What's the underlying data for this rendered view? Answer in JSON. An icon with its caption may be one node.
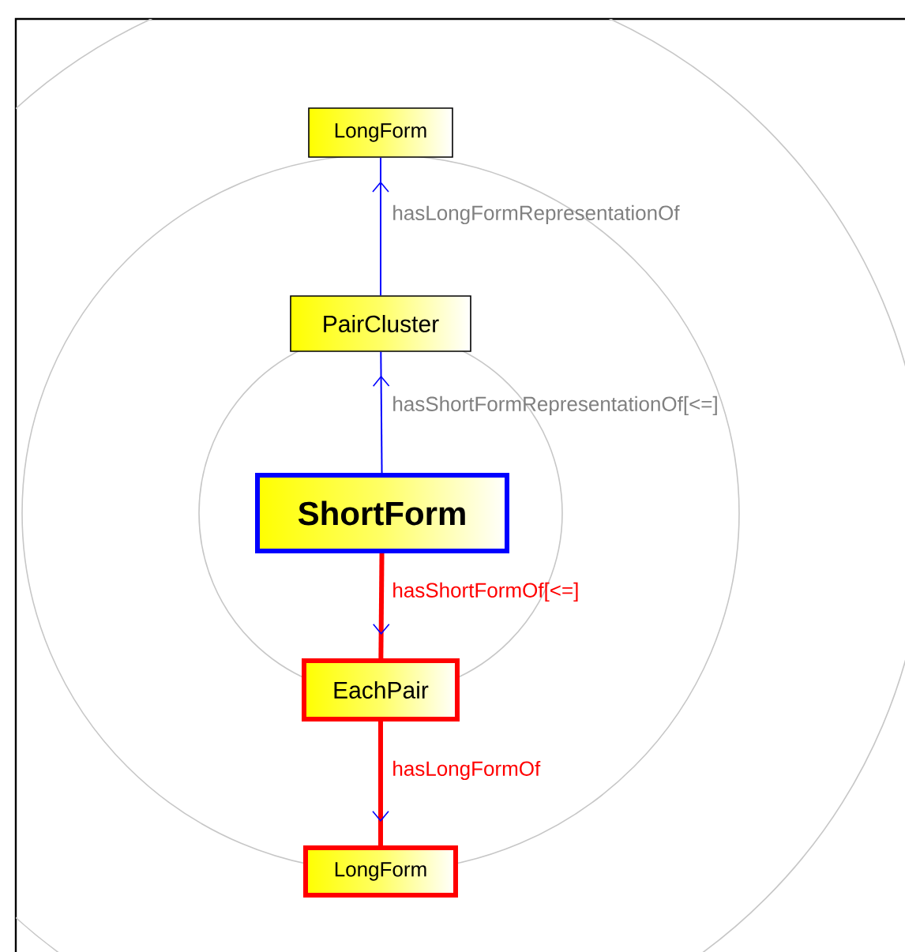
{
  "diagram": {
    "nodes": [
      {
        "text": [
          "LongForm"
        ]
      },
      {
        "text": [
          "PairCluster"
        ]
      },
      {
        "text": [
          "ShortForm"
        ]
      },
      {
        "text": [
          "EachPair"
        ]
      },
      {
        "text": [
          "LongForm"
        ]
      }
    ],
    "edges": [
      {
        "from": 1,
        "to": 0,
        "arrow": "to",
        "label": "hasLongFormRepresentationOf",
        "color": "#0000ff"
      },
      {
        "from": 2,
        "to": 1,
        "arrow": "to",
        "label": "hasShortFormRepresentationOf[<=]",
        "color": "#0000ff"
      },
      {
        "from": 2,
        "to": 3,
        "arrow": "to",
        "label": "hasShortFormOf[<=]",
        "style": "thick",
        "color": "#ff0000"
      },
      {
        "from": 3,
        "to": 4,
        "arrow": "to",
        "label": "hasLongFormOf",
        "style": "thick",
        "color": "#ff0000"
      }
    ]
  }
}
